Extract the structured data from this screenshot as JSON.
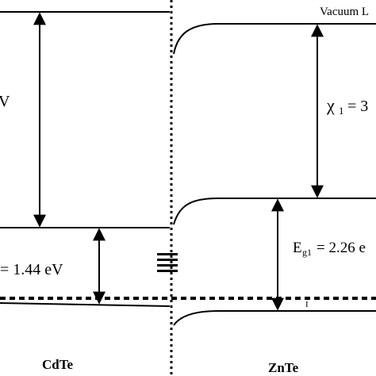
{
  "labels": {
    "vacuum_level": "Vacuum L",
    "cdte_affinity": "V",
    "cdte_gap": "= 1.44 eV",
    "znte_affinity_symbol": "χ",
    "znte_affinity_sub": "1",
    "znte_affinity_value": "= 3",
    "znte_gap_symbol": "E",
    "znte_gap_sub": "g1",
    "znte_gap_value": "= 2.26 e",
    "cdte": "CdTe",
    "znte": "ZnTe",
    "small_mark": "I"
  }
}
